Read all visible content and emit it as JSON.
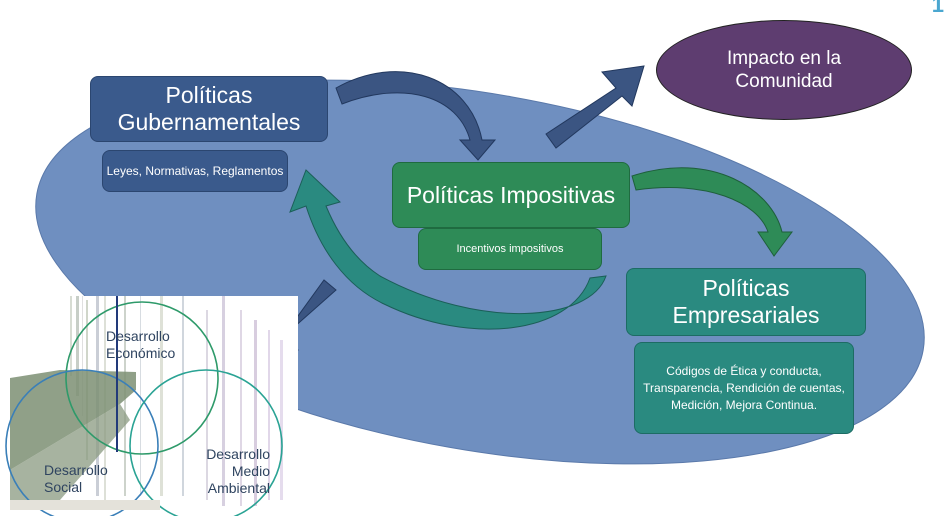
{
  "diagram": {
    "policies": {
      "gubernamentales": {
        "title": "Políticas Gubernamentales",
        "detail": "Leyes, Normativas, Reglamentos"
      },
      "impositivas": {
        "title": "Políticas Impositivas",
        "detail": "Incentivos impositivos"
      },
      "empresariales": {
        "title": "Políticas Empresariales",
        "detail": "Códigos de Ética y conducta, Transparencia, Rendición de cuentas, Medición, Mejora Continua."
      }
    },
    "impact": "Impacto en la Comunidad",
    "venn": {
      "economico": "Desarrollo Económico",
      "social": "Desarrollo Social",
      "ambiental": "Desarrollo Medio Ambiental"
    }
  },
  "colors": {
    "ellipse": "#6f8fc0",
    "gubernamentales": "#3a5a8c",
    "impositivas": "#2e8b57",
    "empresariales": "#2a8a80",
    "impact": "#5e3d70",
    "arrow_navy": "#3b5582",
    "arrow_teal": "#2a8a80",
    "arrow_green": "#2e8b57"
  }
}
